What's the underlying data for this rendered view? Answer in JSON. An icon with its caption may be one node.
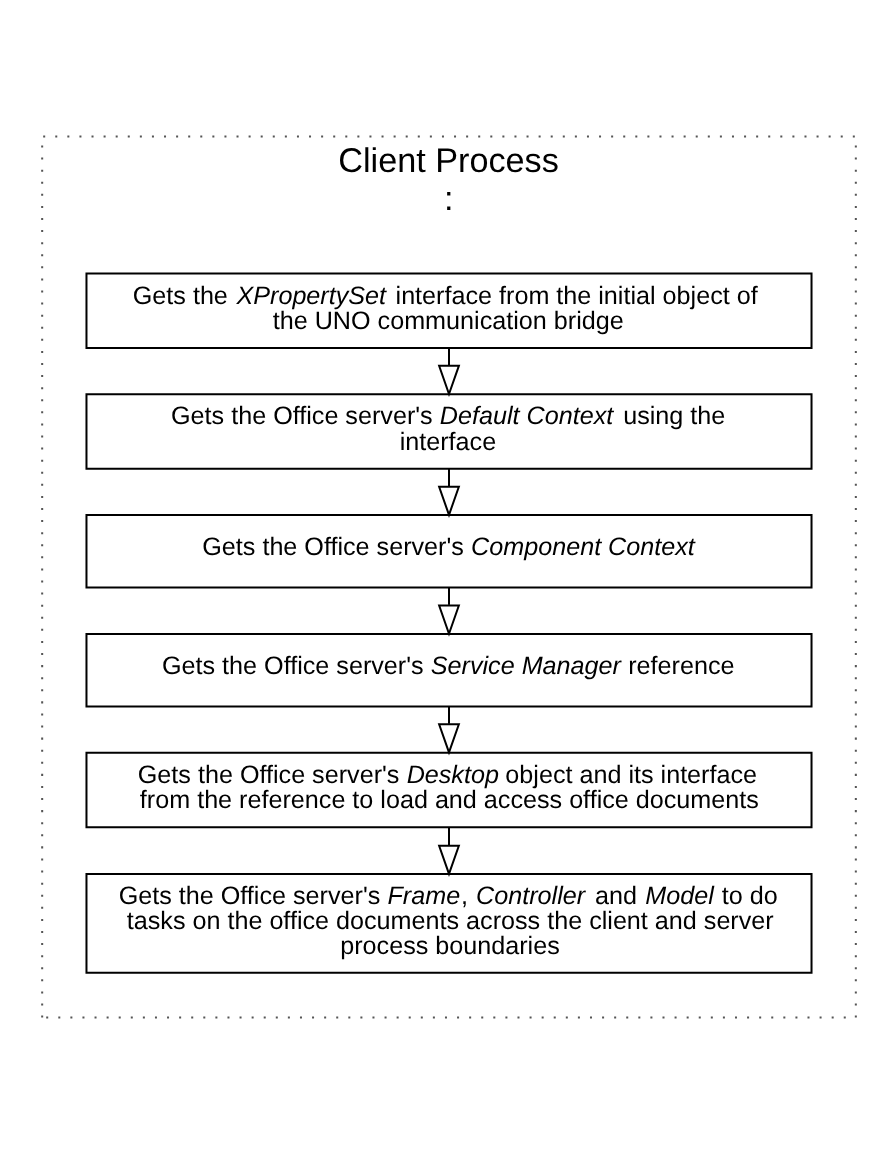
{
  "diagram": {
    "nodes": [
      {
        "text": [
          "Client Process",
          ":"
        ]
      },
      {
        "text": [
          "Gets the *XPropertySet* interface from the initial object of the UNO communication bridge"
        ],
        "in": 0
      },
      {
        "text": [
          "Gets the Office server's *Default Context* using the interface"
        ],
        "in": 0
      },
      {
        "text": [
          "Gets the Office server's *Component Context*"
        ],
        "in": 0
      },
      {
        "text": [
          "Gets the Office server's *Service Manager* reference"
        ],
        "in": 0
      },
      {
        "text": [
          "Gets the Office server's *Desktop* object and its interface from the reference to load and access office documents"
        ],
        "in": 0
      },
      {
        "text": [
          "Gets the Office server's *Frame*, *Controller* and *Model* to do tasks on the office documents across the client and server process boundaries"
        ],
        "in": 0
      }
    ],
    "edges": [
      {
        "from": 1,
        "to": 2,
        "arrow": "to"
      },
      {
        "from": 2,
        "to": 3,
        "arrow": "to"
      },
      {
        "from": 3,
        "to": 4,
        "arrow": "to"
      },
      {
        "from": 4,
        "to": 5,
        "arrow": "to"
      },
      {
        "from": 5,
        "to": 6,
        "arrow": "to"
      }
    ]
  }
}
